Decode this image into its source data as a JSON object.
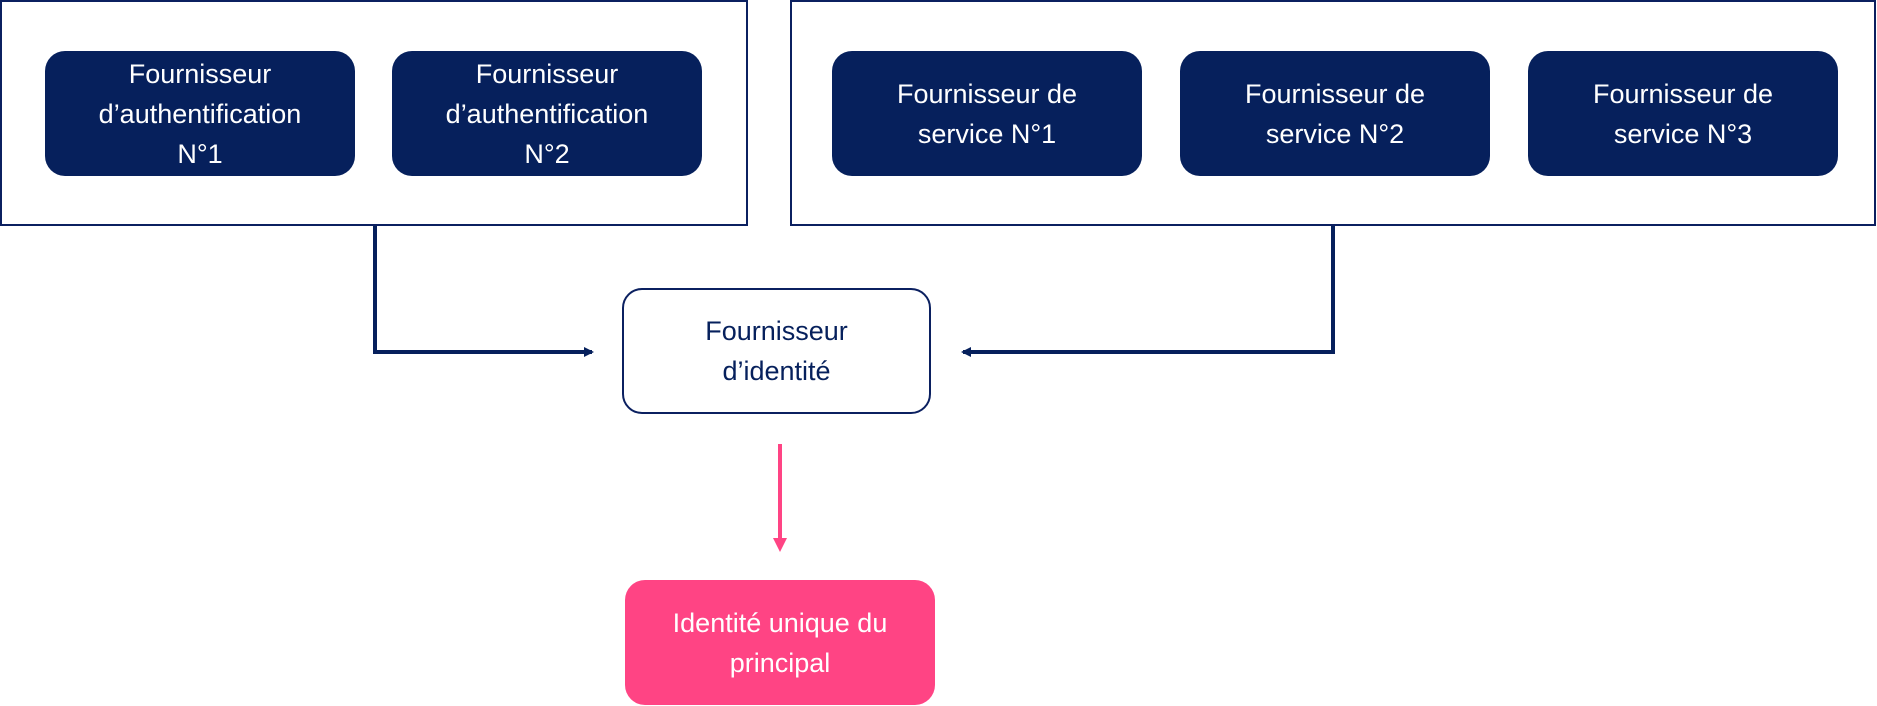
{
  "auth_providers": [
    {
      "label": "Fournisseur\nd’authentification\nN°1"
    },
    {
      "label": "Fournisseur\nd’authentification\nN°2"
    }
  ],
  "service_providers": [
    {
      "label": "Fournisseur de\nservice N°1"
    },
    {
      "label": "Fournisseur de\nservice N°2"
    },
    {
      "label": "Fournisseur de\nservice N°3"
    }
  ],
  "identity_provider": {
    "label": "Fournisseur\nd’identité"
  },
  "result": {
    "label": "Identité unique du\nprincipal"
  },
  "colors": {
    "navy": "#06205c",
    "pink": "#ff4484",
    "white": "#ffffff"
  }
}
